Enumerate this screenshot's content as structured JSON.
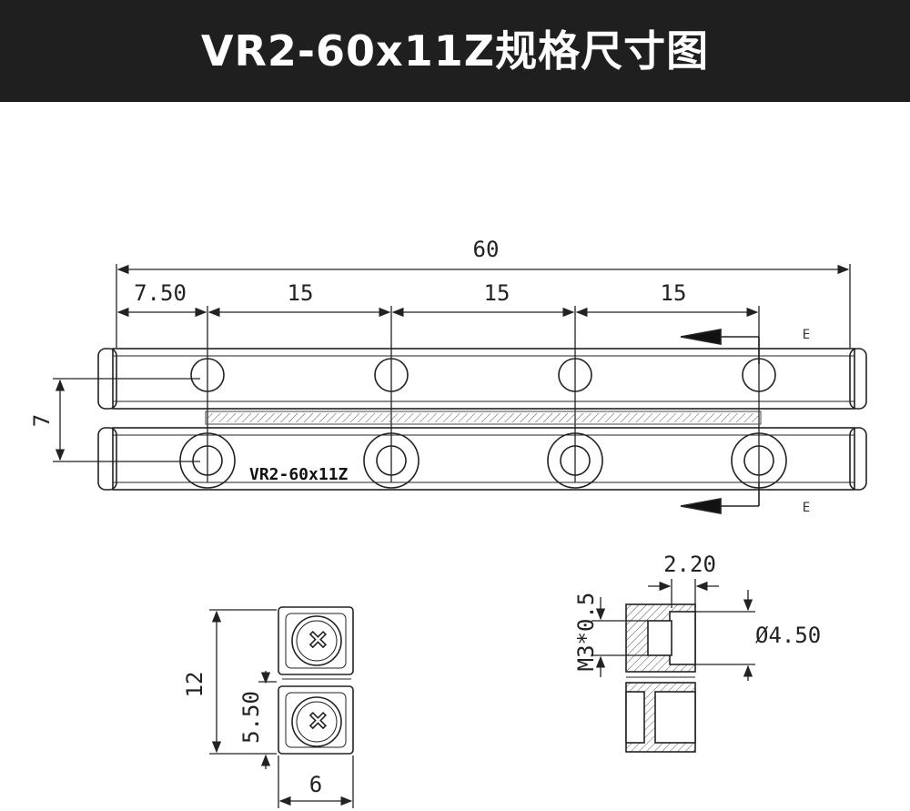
{
  "header": {
    "title": "VR2-60x11Z规格尺寸图"
  },
  "dimensions": {
    "overall_length": "60",
    "first_pitch": "7.50",
    "pitch_1": "15",
    "pitch_2": "15",
    "pitch_3": "15",
    "rail_gap": "7",
    "height": "12",
    "half_height": "5.50",
    "width": "6",
    "counterbore_depth": "2.20",
    "thread": "M3*0.5",
    "counterbore_dia": "Ø4.50"
  },
  "part_label": "VR2-60x11Z",
  "markers": {
    "section_top": "E",
    "section_bottom": "E"
  },
  "colors": {
    "banner_bg": "#1f1f1f",
    "banner_text": "#ffffff",
    "line": "#222222"
  }
}
